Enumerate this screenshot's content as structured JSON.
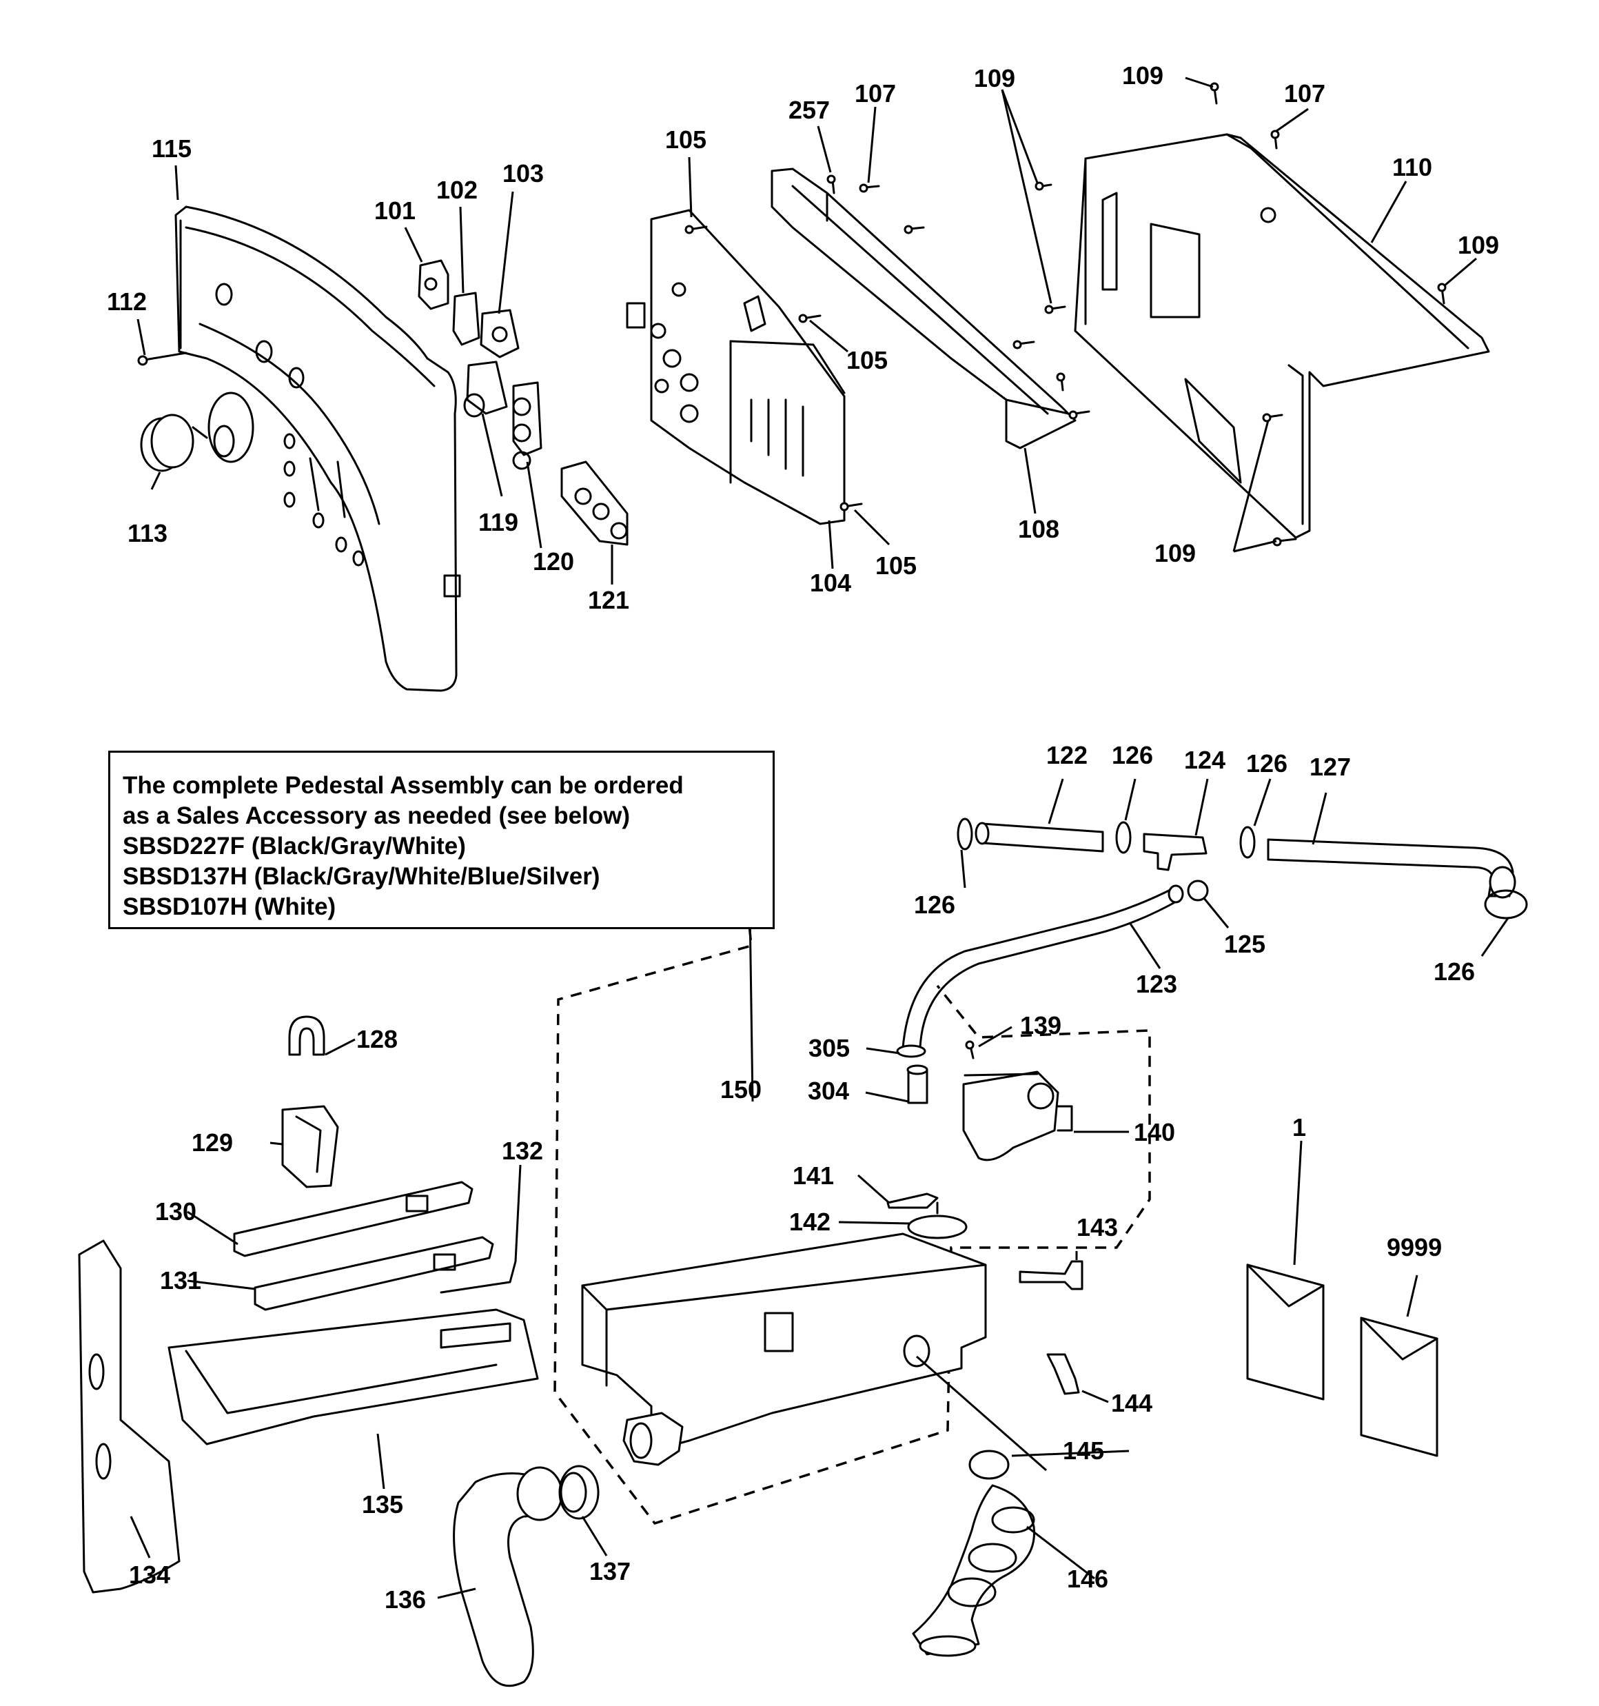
{
  "note": {
    "lines": [
      "The complete Pedestal Assembly can be ordered",
      "as a Sales Accessory as needed (see below)",
      "SBSD227F (Black/Gray/White)",
      "SBSD137H (Black/Gray/White/Blue/Silver)",
      "SBSD107H (White)"
    ]
  },
  "callouts": [
    {
      "id": "115",
      "text": "115"
    },
    {
      "id": "112",
      "text": "112"
    },
    {
      "id": "113",
      "text": "113"
    },
    {
      "id": "101",
      "text": "101"
    },
    {
      "id": "102",
      "text": "102"
    },
    {
      "id": "103",
      "text": "103"
    },
    {
      "id": "119",
      "text": "119"
    },
    {
      "id": "120",
      "text": "120"
    },
    {
      "id": "121",
      "text": "121"
    },
    {
      "id": "105a",
      "text": "105"
    },
    {
      "id": "105b",
      "text": "105"
    },
    {
      "id": "105c",
      "text": "105"
    },
    {
      "id": "104",
      "text": "104"
    },
    {
      "id": "257",
      "text": "257"
    },
    {
      "id": "107a",
      "text": "107"
    },
    {
      "id": "108",
      "text": "108"
    },
    {
      "id": "109a",
      "text": "109"
    },
    {
      "id": "109b",
      "text": "109"
    },
    {
      "id": "107b",
      "text": "107"
    },
    {
      "id": "110",
      "text": "110"
    },
    {
      "id": "109c",
      "text": "109"
    },
    {
      "id": "109d",
      "text": "109"
    },
    {
      "id": "122",
      "text": "122"
    },
    {
      "id": "126a",
      "text": "126"
    },
    {
      "id": "124",
      "text": "124"
    },
    {
      "id": "126b",
      "text": "126"
    },
    {
      "id": "127",
      "text": "127"
    },
    {
      "id": "126c",
      "text": "126"
    },
    {
      "id": "125",
      "text": "125"
    },
    {
      "id": "126d",
      "text": "126"
    },
    {
      "id": "123",
      "text": "123"
    },
    {
      "id": "305",
      "text": "305"
    },
    {
      "id": "139",
      "text": "139"
    },
    {
      "id": "304",
      "text": "304"
    },
    {
      "id": "150",
      "text": "150"
    },
    {
      "id": "140",
      "text": "140"
    },
    {
      "id": "141",
      "text": "141"
    },
    {
      "id": "142",
      "text": "142"
    },
    {
      "id": "143",
      "text": "143"
    },
    {
      "id": "1",
      "text": "1"
    },
    {
      "id": "9999",
      "text": "9999"
    },
    {
      "id": "144",
      "text": "144"
    },
    {
      "id": "145",
      "text": "145"
    },
    {
      "id": "146",
      "text": "146"
    },
    {
      "id": "128",
      "text": "128"
    },
    {
      "id": "129",
      "text": "129"
    },
    {
      "id": "130",
      "text": "130"
    },
    {
      "id": "131",
      "text": "131"
    },
    {
      "id": "132",
      "text": "132"
    },
    {
      "id": "134",
      "text": "134"
    },
    {
      "id": "135",
      "text": "135"
    },
    {
      "id": "136",
      "text": "136"
    },
    {
      "id": "137",
      "text": "137"
    }
  ]
}
